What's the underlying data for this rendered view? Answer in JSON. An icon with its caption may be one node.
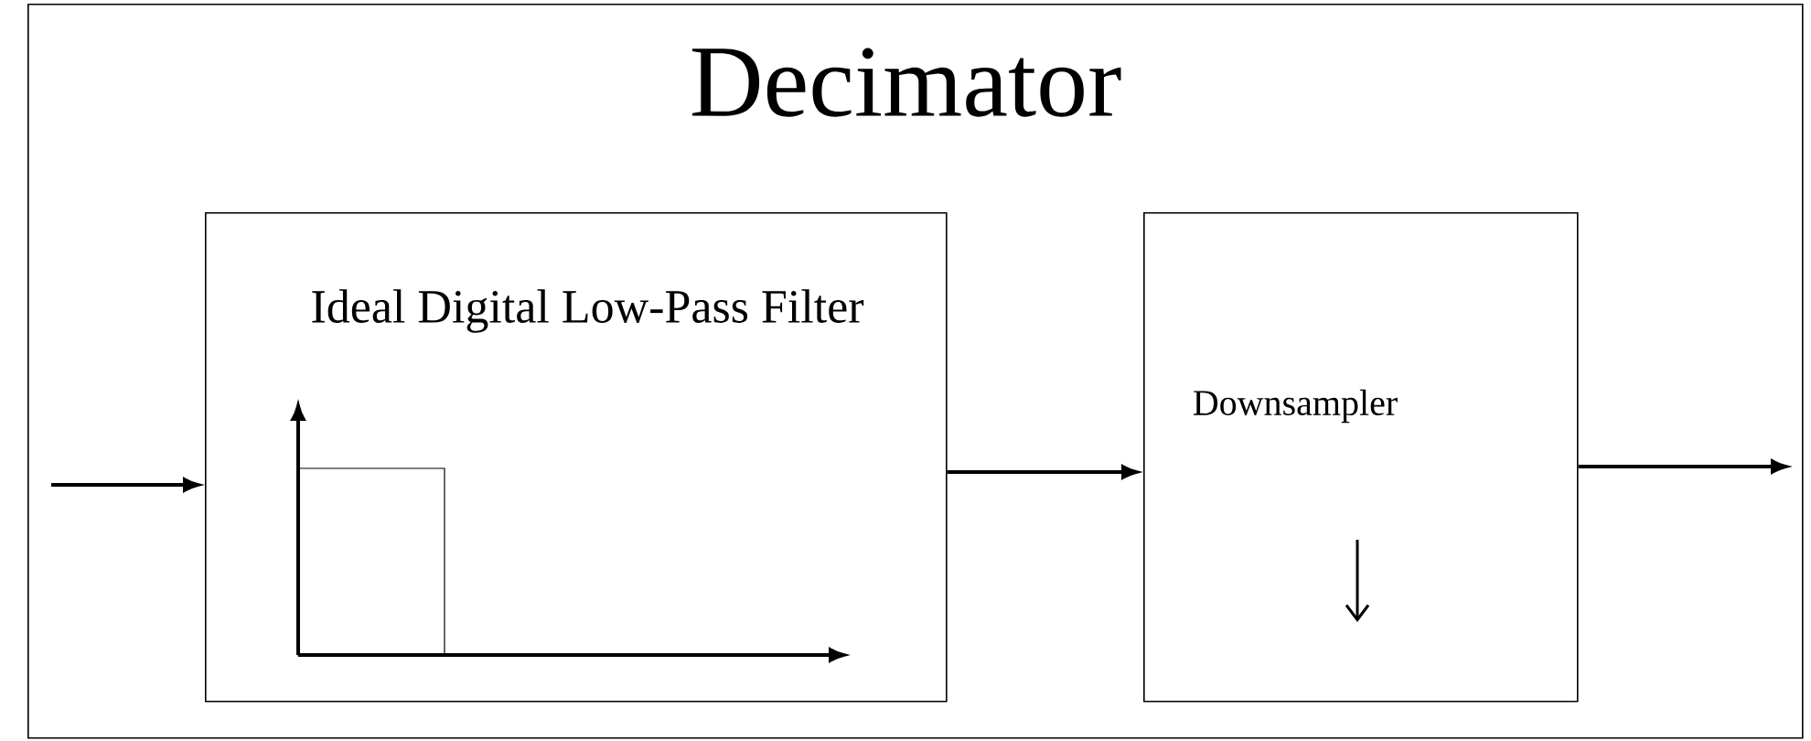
{
  "diagram": {
    "title": "Decimator",
    "nodes": [
      {
        "text": [],
        "shape": "box"
      },
      {
        "text": [
          "Ideal Digital Low-Pass Filter"
        ],
        "in": 0
      },
      {
        "text": [
          "Downsampler"
        ],
        "in": 0
      }
    ],
    "edges": [
      {
        "from": null,
        "to": 1,
        "arrow": "to"
      },
      {
        "from": 1,
        "to": 2,
        "arrow": "to"
      },
      {
        "from": 2,
        "to": null,
        "arrow": "to"
      }
    ]
  }
}
